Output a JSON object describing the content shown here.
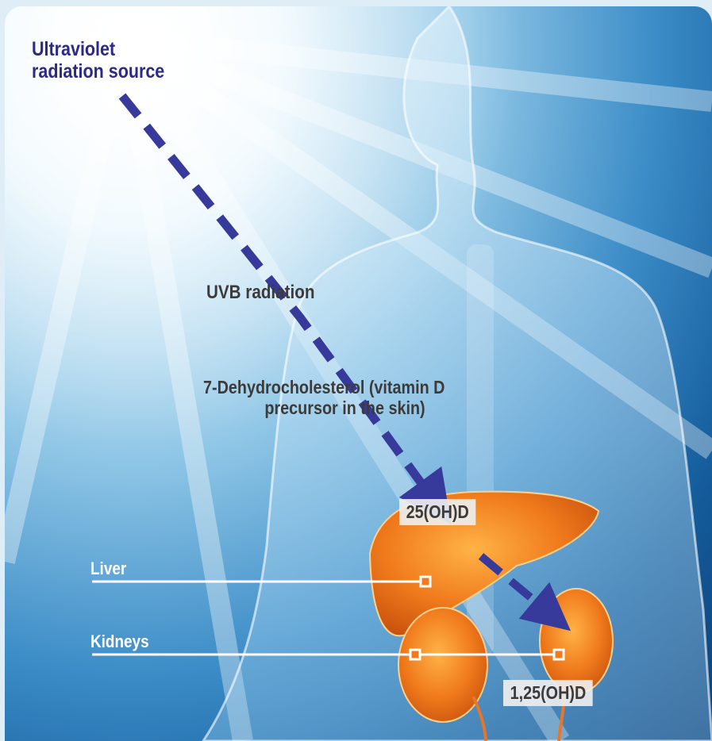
{
  "labels": {
    "source_line1": "Ultraviolet",
    "source_line2": "radiation source",
    "uvb": "UVB radiation",
    "precursor_line1": "7-Dehydrocholesterol (vitamin D",
    "precursor_line2": "precursor in the skin)",
    "metabolite_liver": "25(OH)D",
    "metabolite_kidney": "1,25(OH)D",
    "liver": "Liver",
    "kidneys": "Kidneys"
  },
  "colors": {
    "arrow": "#373a9a",
    "organ_fill": "#f07a1c",
    "organ_glow": "#ffb347",
    "pointer_line": "#ffffff"
  }
}
